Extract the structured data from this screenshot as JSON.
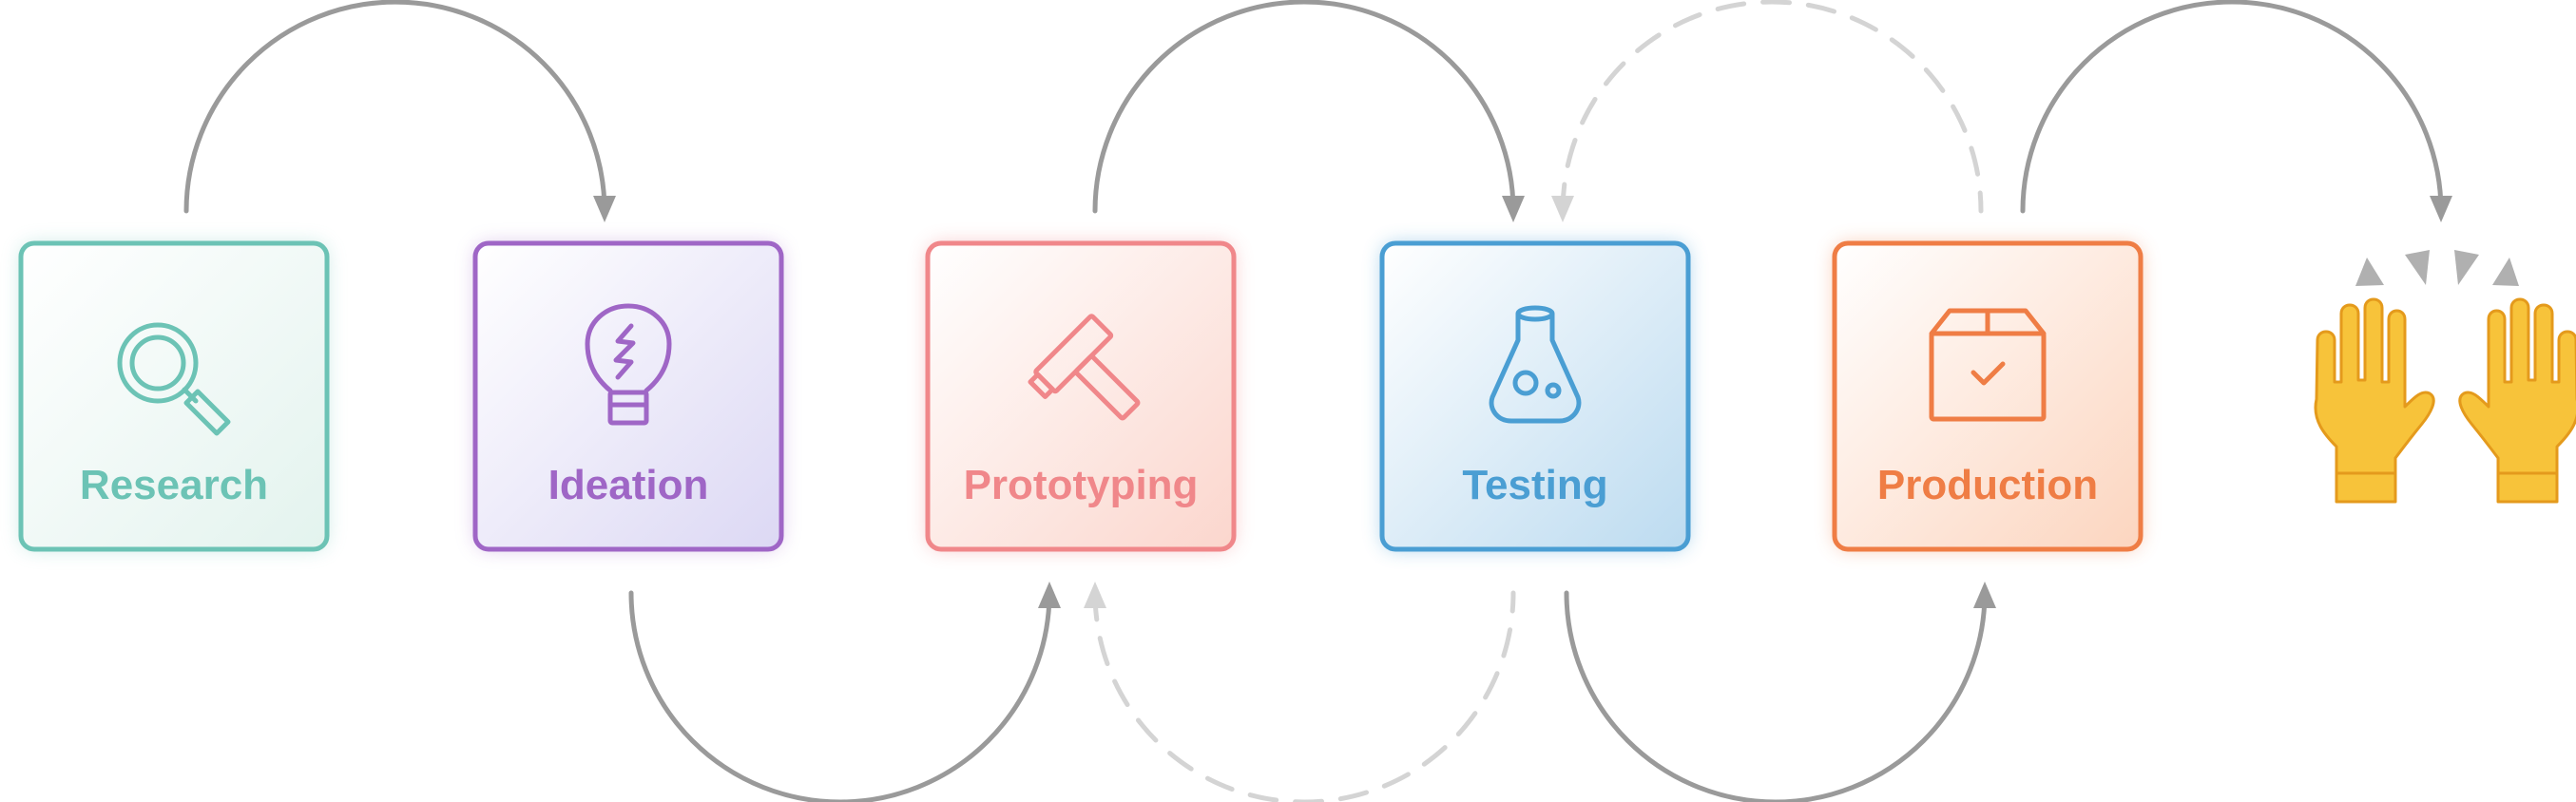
{
  "stages": [
    {
      "id": "research",
      "label": "Research",
      "icon": "magnifier-icon",
      "color": "#6cc3b5",
      "fill_end": "#e3f3ee"
    },
    {
      "id": "ideation",
      "label": "Ideation",
      "icon": "lightbulb-icon",
      "color": "#9f66c6",
      "fill_end": "#dcd8f4"
    },
    {
      "id": "prototyping",
      "label": "Prototyping",
      "icon": "hammer-icon",
      "color": "#f0878a",
      "fill_end": "#fbd6cd"
    },
    {
      "id": "testing",
      "label": "Testing",
      "icon": "flask-icon",
      "color": "#4a9ed3",
      "fill_end": "#bcdbf0"
    },
    {
      "id": "production",
      "label": "Production",
      "icon": "box-checkmark-icon",
      "color": "#ef7d45",
      "fill_end": "#fcd5bf"
    }
  ],
  "final": {
    "icon": "raised-hands-emoji-icon"
  },
  "connector_colors": {
    "solid": "#9a9a9a",
    "dashed": "#d4d4d4"
  }
}
